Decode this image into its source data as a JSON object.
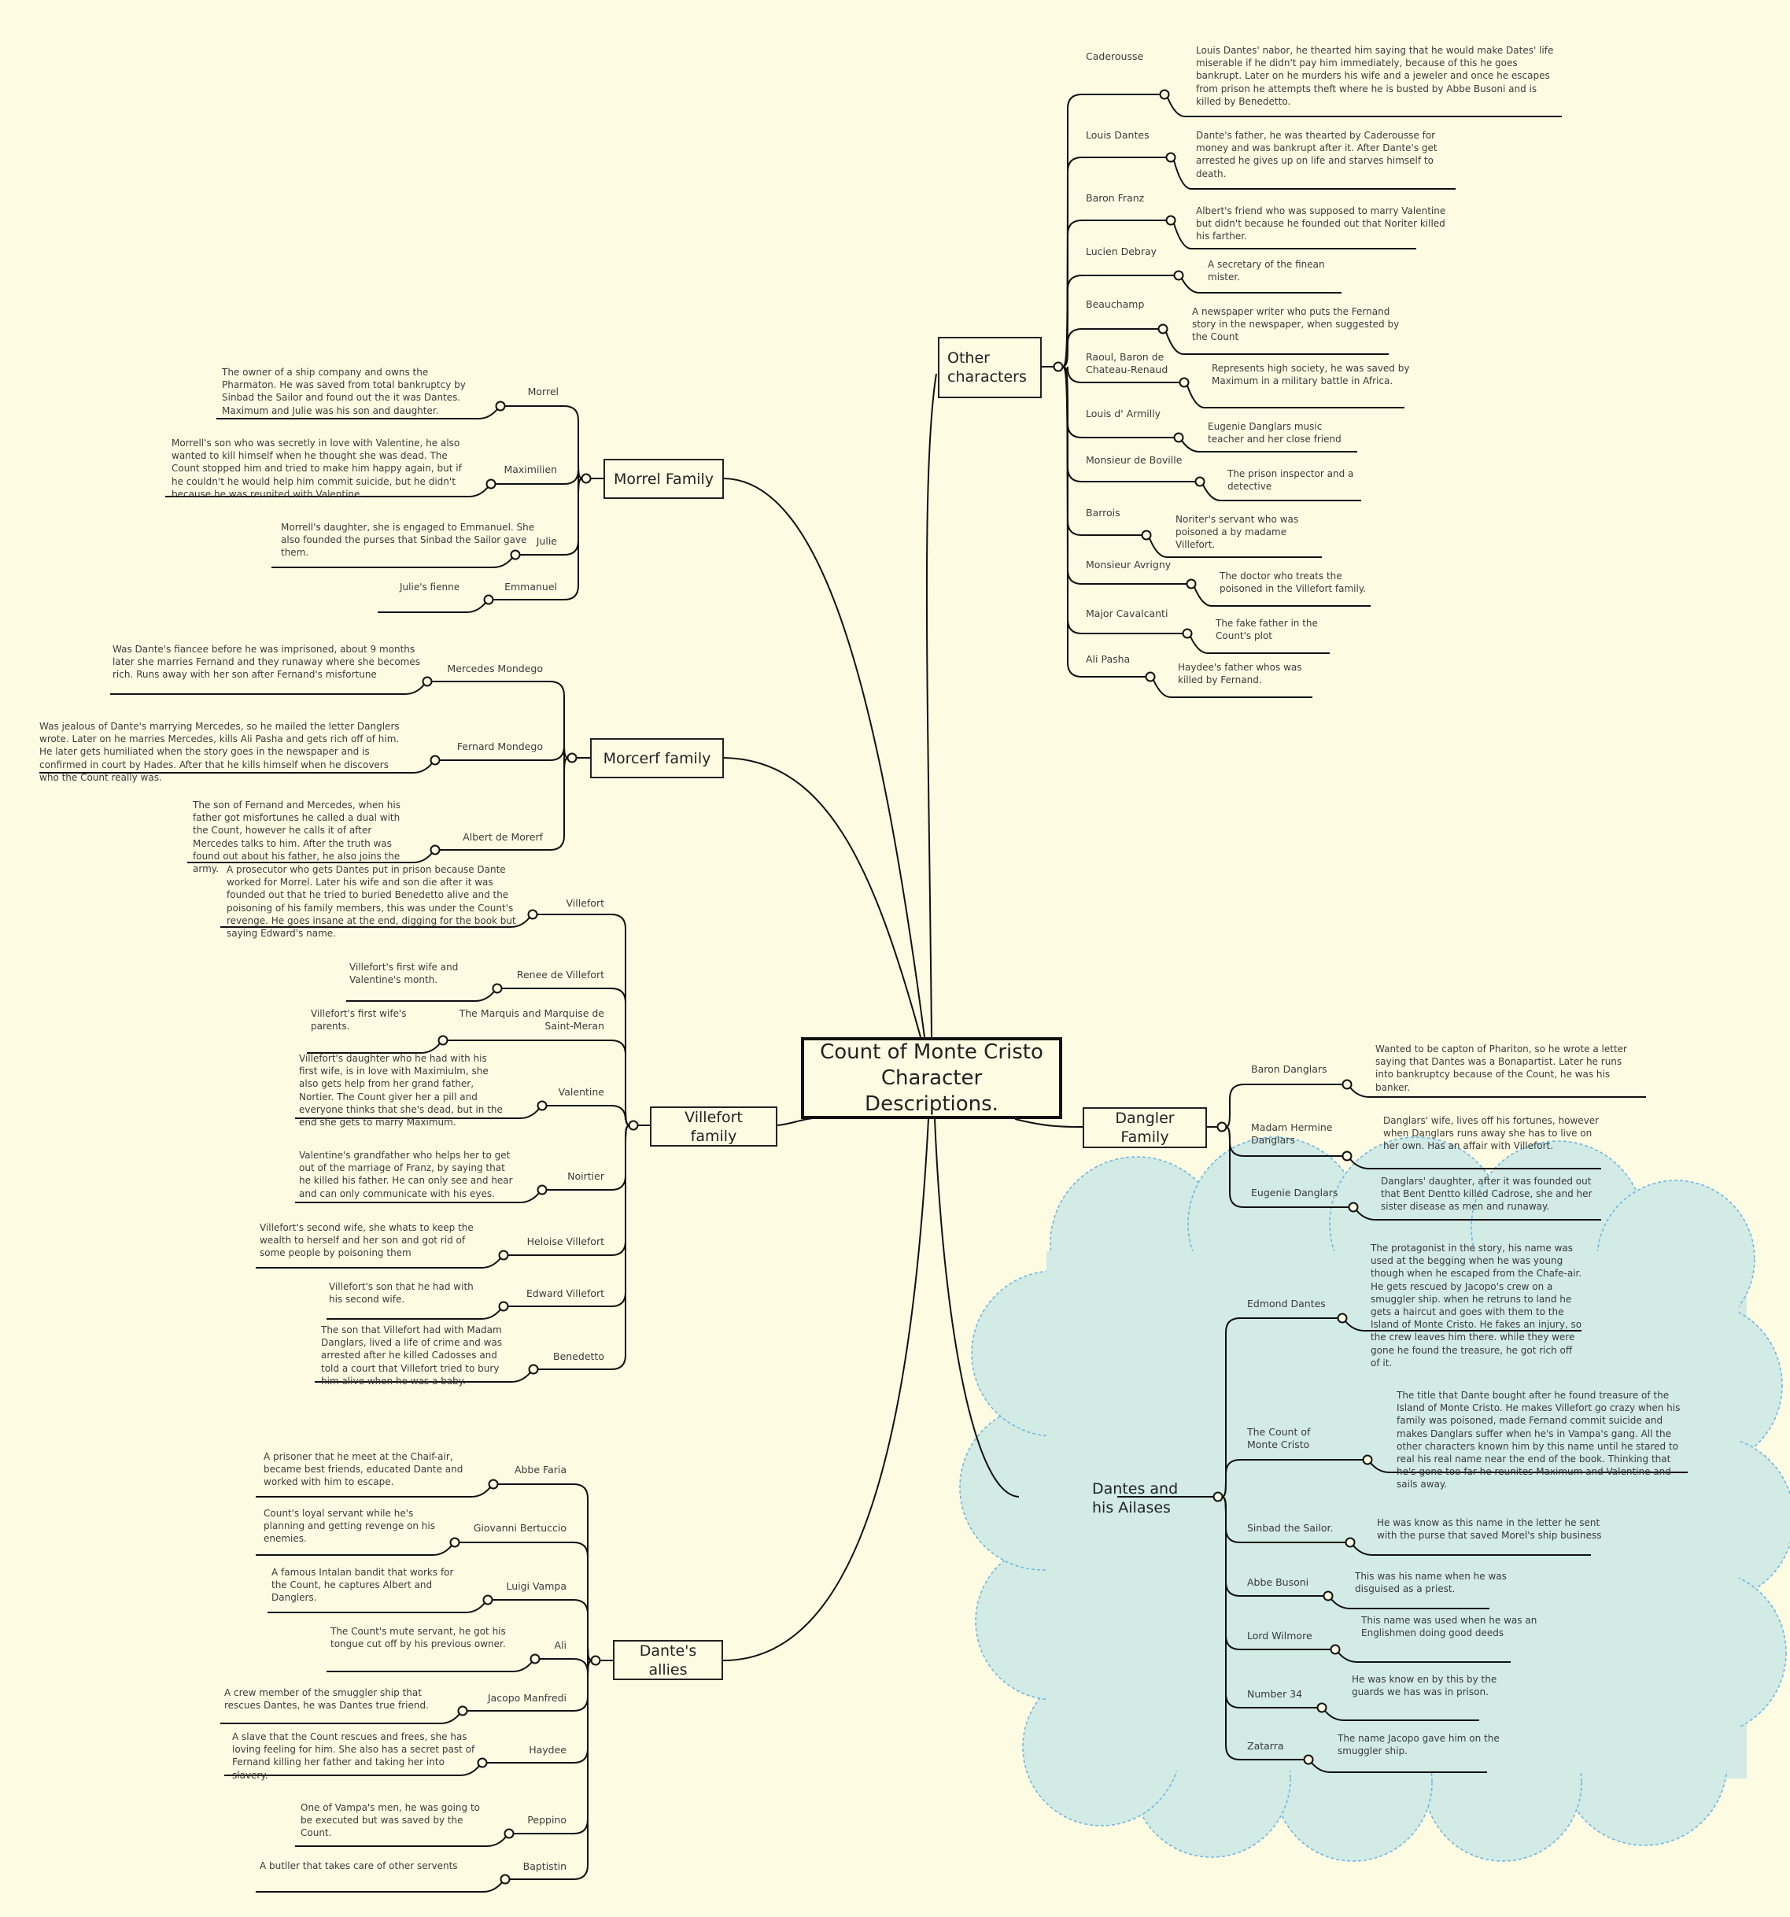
{
  "center": {
    "line1": "Count of Monte Cristo",
    "line2": "Character Descriptions."
  },
  "branches": {
    "other": {
      "title": "Other characters",
      "items": [
        {
          "name": "Caderousse",
          "desc": "Louis Dantes' nabor, he thearted him saying that he would make Dates' life miserable if he didn't pay him immediately, because of this he goes bankrupt. Later on he murders his wife and a jeweler and once he escapes from prison he attempts theft where he is busted by Abbe Busoni and is killed by Benedetto."
        },
        {
          "name": "Louis Dantes",
          "desc": "Dante's father, he was thearted by Caderousse for money and was bankrupt after it. After Dante's get arrested he gives up on life and starves himself to death."
        },
        {
          "name": "Baron Franz",
          "desc": "Albert's friend who was supposed to marry Valentine but didn't because he founded out that  Noriter killed his farther."
        },
        {
          "name": "Lucien Debray",
          "desc": "A secretary of the finean mister."
        },
        {
          "name": "Beauchamp",
          "desc": "A newspaper writer who puts the Fernand story in the newspaper, when suggested by the Count"
        },
        {
          "name": "Raoul, Baron de Chateau-Renaud",
          "desc": "Represents high society, he was saved by Maximum in a military battle in Africa."
        },
        {
          "name": "Louis d' Armilly",
          "desc": "Eugenie Danglars music teacher and her close friend"
        },
        {
          "name": "Monsieur de Boville",
          "desc": "The prison inspector and a detective"
        },
        {
          "name": "Barrois",
          "desc": "Noriter's servant who was poisoned a by madame Villefort."
        },
        {
          "name": "Monsieur Avrigny",
          "desc": "The doctor who treats the poisoned in the Villefort family."
        },
        {
          "name": "Major Cavalcanti",
          "desc": "The fake father in the Count's plot"
        },
        {
          "name": "Ali Pasha",
          "desc": "Haydee's father whos was killed by Fernand."
        }
      ]
    },
    "morrel": {
      "title": "Morrel Family",
      "items": [
        {
          "name": "Morrel",
          "desc": "The owner of a ship company and owns the Pharmaton. He was saved from total bankruptcy by Sinbad the Sailor and found out the it was Dantes. Maximum and Julie was his son and daughter."
        },
        {
          "name": "Maximilien",
          "desc": "Morrell's son who was secretly in love with Valentine, he also wanted to kill himself when he thought she was dead. The Count stopped him and tried to make him happy again, but if he couldn't he would help him commit suicide, but he didn't because he was reunited with Valentine."
        },
        {
          "name": "Julie",
          "desc": "Morrell's daughter, she is engaged to Emmanuel. She also founded the purses that Sinbad the Sailor gave them."
        },
        {
          "name": "Emmanuel",
          "desc": "Julie's fienne"
        }
      ]
    },
    "morcerf": {
      "title": "Morcerf family",
      "items": [
        {
          "name": "Mercedes Mondego",
          "desc": "Was Dante's fiancee before he was imprisoned, about 9 months later she marries Fernand and they runaway where she becomes rich. Runs away with her son after Fernand's misfortune"
        },
        {
          "name": "Fernard Mondego",
          "desc": "Was jealous of Dante's marrying Mercedes, so he mailed the letter Danglers wrote. Later on he marries Mercedes, kills Ali Pasha and gets rich off of him. He later gets humiliated when the story goes in the newspaper and is confirmed in court by Hades. After that he kills himself when he discovers who the Count really was."
        },
        {
          "name": "Albert de Morerf",
          "desc": "The son of Fernand and Mercedes, when his father got misfortunes he called a dual with the Count, however he calls it of after Mercedes talks to him. After the truth was found out about his father, he also joins the army."
        }
      ]
    },
    "villefort": {
      "title": "Villefort family",
      "items": [
        {
          "name": "Villefort",
          "desc": "A prosecutor who gets Dantes put in prison because Dante worked for Morrel. Later his wife and son die after it was founded out that he tried to buried Benedetto alive and the poisoning of his family members, this was under the Count's revenge. He goes insane at the end, digging for the book but saying Edward's name."
        },
        {
          "name": "Renee de Villefort",
          "desc": "Villefort's first wife and Valentine's month."
        },
        {
          "name": "The Marquis and Marquise de Saint-Meran",
          "desc": "Villefort's first wife's parents."
        },
        {
          "name": "Valentine",
          "desc": "Villefort's daughter who he had with his first wife, is in love with Maximiulm, she also gets help from her grand father, Nortier. The Count giver her a pill and everyone thinks that she's dead, but in the end she gets to marry Maximum."
        },
        {
          "name": "Noirtier",
          "desc": "Valentine's grandfather who helps her to get out of the marriage of Franz, by saying that he killed his father. He can only see and hear and can only communicate with his eyes."
        },
        {
          "name": "Heloise Villefort",
          "desc": "Villefort's second wife, she whats to keep the wealth to herself and her son and got rid of some people by poisoning them"
        },
        {
          "name": "Edward Villefort",
          "desc": "Villefort's son that he had with his second wife."
        },
        {
          "name": "Benedetto",
          "desc": "The son that Villefort had with Madam Danglars, lived a life of crime and was arrested after he killed Cadosses and told a court that Villefort tried to bury him alive when he was a baby."
        }
      ]
    },
    "allies": {
      "title": "Dante's allies",
      "items": [
        {
          "name": "Abbe Faria",
          "desc": "A prisoner that he meet at the Chaif-air, became best friends, educated Dante and worked with him to escape."
        },
        {
          "name": "Giovanni Bertuccio",
          "desc": "Count's loyal servant while he's planning and getting revenge on his enemies."
        },
        {
          "name": "Luigi Vampa",
          "desc": "A famous Intalan bandit that works for the Count, he captures Albert and Danglers."
        },
        {
          "name": "Ali",
          "desc": "The Count's mute servant, he got his tongue cut off by his previous owner."
        },
        {
          "name": "Jacopo Manfredi",
          "desc": "A crew member of the smuggler ship that rescues Dantes, he was Dantes true friend."
        },
        {
          "name": "Haydee",
          "desc": "A slave that the Count rescues and frees, she has loving feeling for him. She also has a secret past of Fernand killing her father and taking her into slavery."
        },
        {
          "name": "Peppino",
          "desc": "One of Vampa's men, he was going to be executed but was saved by the Count."
        },
        {
          "name": "Baptistin",
          "desc": "A butller that takes care of other servents"
        }
      ]
    },
    "danglar": {
      "title": "Dangler Family",
      "items": [
        {
          "name": "Baron Danglars",
          "desc": "Wanted to be capton of Phariton, so he wrote a letter saying that Dantes was a Bonapartist. Later he runs into bankruptcy because of the Count, he was his banker."
        },
        {
          "name": "Madam Hermine Danglars",
          "desc": "Danglars' wife, lives off his fortunes, however when Danglars runs away she has to live on her own. Has an affair with Villefort."
        },
        {
          "name": "Eugenie Danglars",
          "desc": "Danglars' daughter, after it was founded out that Bent Dentto killed Cadrose, she and her sister disease as men and runaway."
        }
      ]
    },
    "aliases": {
      "title": "Dantes and his Ailases",
      "items": [
        {
          "name": "Edmond Dantes",
          "desc": "The protagonist in the story, his name was used at the begging when he was young though when he escaped from the Chafe-air. He gets rescued by Jacopo's crew on a smuggler ship. when he retruns to land he gets a haircut and goes with them to the Island of Monte Cristo. He fakes an injury, so the crew leaves him there. while they were gone he found the treasure, he got rich off of it."
        },
        {
          "name": "The Count of Monte Cristo",
          "desc": "The title that Dante bought after he found treasure of the Island of Monte Cristo. He makes Villefort go crazy when his family was poisoned, made Fernand commit suicide and makes Danglars suffer when he's in Vampa's gang. All the other characters known him by this name until he stared to real his real name near the end of the book. Thinking that he's gone too far he reunites Maximum and Valentine and sails away."
        },
        {
          "name": "Sinbad the Sailor.",
          "desc": "He was know as this name in the letter he sent with the purse that saved Morel's ship business"
        },
        {
          "name": "Abbe Busoni",
          "desc": "This was his name when he was disguised as a priest."
        },
        {
          "name": "Lord Wilmore",
          "desc": "This name was used when he was an Englishmen doing good deeds"
        },
        {
          "name": "Number 34",
          "desc": "He was know en by this by the guards we has was in prison."
        },
        {
          "name": "Zatarra",
          "desc": "The name Jacopo gave him on the smuggler ship."
        }
      ]
    }
  }
}
